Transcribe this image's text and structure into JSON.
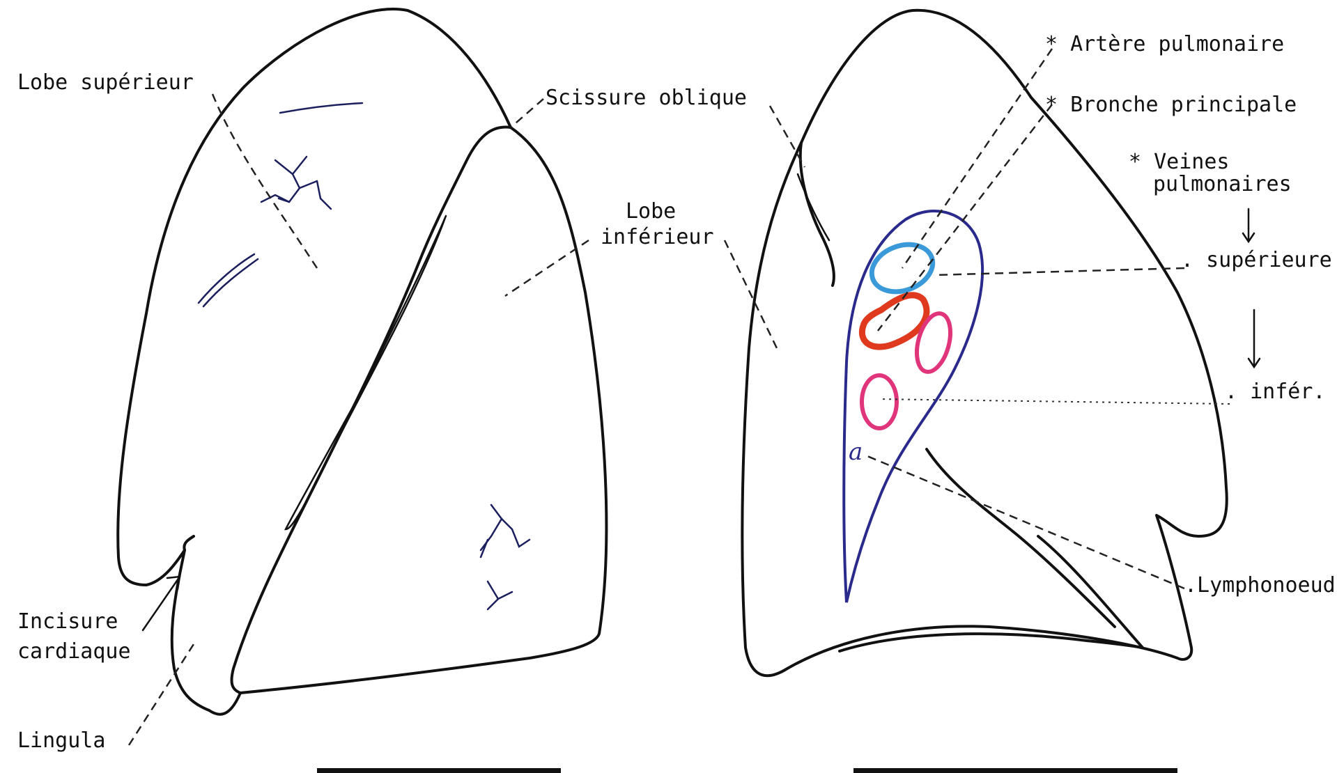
{
  "labels": {
    "lobe_superieur": "Lobe supérieur",
    "scissure_oblique": "Scissure oblique",
    "lobe_inferieur_1": "Lobe",
    "lobe_inferieur_2": "inférieur",
    "incisure_1": "Incisure",
    "incisure_2": "cardiaque",
    "lingula": "Lingula",
    "artere": "* Artère pulmonaire",
    "bronche": "* Bronche principale",
    "veines_1": "* Veines",
    "veines_2": "pulmonaires",
    "superieure": ". supérieure",
    "inferieure": ". infér.",
    "lymphonoeud": ".Lymphonoeud",
    "hilum_letter": "a"
  },
  "colors": {
    "hilum_outline": "#2a2a8c",
    "artery": "#3a9ad9",
    "bronchus": "#e03a1e",
    "veins": "#e0357a",
    "lines": "#111111"
  }
}
